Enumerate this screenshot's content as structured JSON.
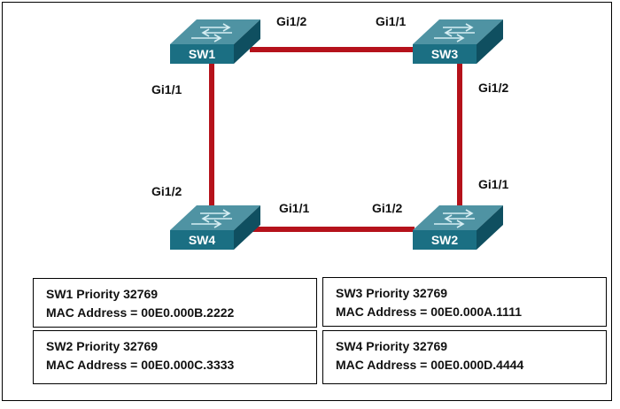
{
  "colors": {
    "link": "#b5121b",
    "switch_top": "#4f93a3",
    "switch_front": "#1b6f83",
    "switch_side": "#0f4f60",
    "arrow": "#d6eef3"
  },
  "switches": [
    {
      "id": "sw1",
      "label": "SW1",
      "icon": "switch-icon"
    },
    {
      "id": "sw3",
      "label": "SW3",
      "icon": "switch-icon"
    },
    {
      "id": "sw4",
      "label": "SW4",
      "icon": "switch-icon"
    },
    {
      "id": "sw2",
      "label": "SW2",
      "icon": "switch-icon"
    }
  ],
  "links": [
    {
      "from": "SW1",
      "from_port": "Gi1/2",
      "to": "SW3",
      "to_port": "Gi1/1"
    },
    {
      "from": "SW3",
      "from_port": "Gi1/2",
      "to": "SW2",
      "to_port": "Gi1/1"
    },
    {
      "from": "SW2",
      "from_port": "Gi1/2",
      "to": "SW4",
      "to_port": "Gi1/1"
    },
    {
      "from": "SW4",
      "from_port": "Gi1/2",
      "to": "SW1",
      "to_port": "Gi1/1"
    }
  ],
  "port_labels": {
    "sw1_gi12": "Gi1/2",
    "sw3_gi11": "Gi1/1",
    "sw1_gi11": "Gi1/1",
    "sw3_gi12": "Gi1/2",
    "sw2_gi11": "Gi1/1",
    "sw4_gi12": "Gi1/2",
    "sw4_gi11": "Gi1/1",
    "sw2_gi12": "Gi1/2"
  },
  "info": {
    "sw1": {
      "line1": "SW1 Priority 32769",
      "line2": "MAC Address = 00E0.000B.2222"
    },
    "sw3": {
      "line1": "SW3 Priority 32769",
      "line2": "MAC Address = 00E0.000A.1111"
    },
    "sw2": {
      "line1": "SW2 Priority 32769",
      "line2": "MAC Address = 00E0.000C.3333"
    },
    "sw4": {
      "line1": "SW4 Priority 32769",
      "line2": "MAC Address = 00E0.000D.4444"
    }
  }
}
